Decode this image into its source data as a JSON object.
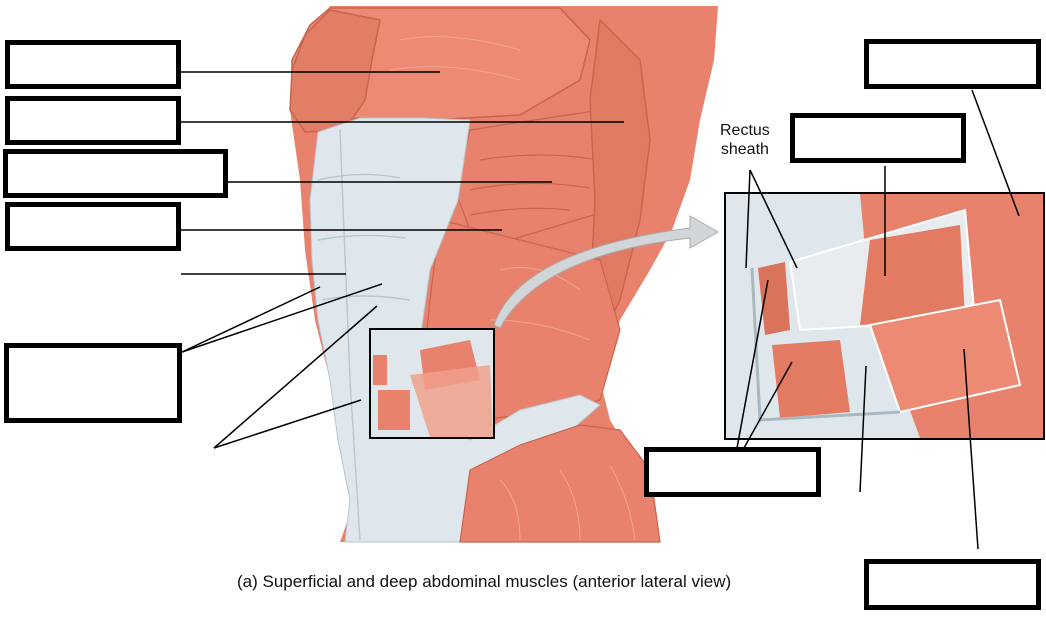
{
  "figure": {
    "caption": "(a) Superficial and deep abdominal muscles (anterior lateral view)",
    "annotations": {
      "rectus_sheath_line1": "Rectus",
      "rectus_sheath_line2": "sheath"
    },
    "colors": {
      "muscle": "#e8826c",
      "muscle_dark": "#c9644f",
      "muscle_light": "#f4a590",
      "fascia": "#dfe7ec",
      "fascia_shadow": "#b9c6cf",
      "arrow": "#cfd3d6",
      "box_border": "#000000",
      "leader_line": "#000000"
    },
    "label_boxes": [
      {
        "id": "box-left-1",
        "text": ""
      },
      {
        "id": "box-left-2",
        "text": ""
      },
      {
        "id": "box-left-3",
        "text": ""
      },
      {
        "id": "box-left-4",
        "text": ""
      },
      {
        "id": "box-left-5",
        "text": ""
      },
      {
        "id": "box-right-top",
        "text": ""
      },
      {
        "id": "box-right-mid",
        "text": ""
      },
      {
        "id": "box-right-lower",
        "text": ""
      },
      {
        "id": "box-right-bottom",
        "text": ""
      }
    ],
    "views": {
      "main": "Superficial anterior lateral torso muscles",
      "inset": "Magnified cut-away of abdominal wall layers"
    }
  }
}
